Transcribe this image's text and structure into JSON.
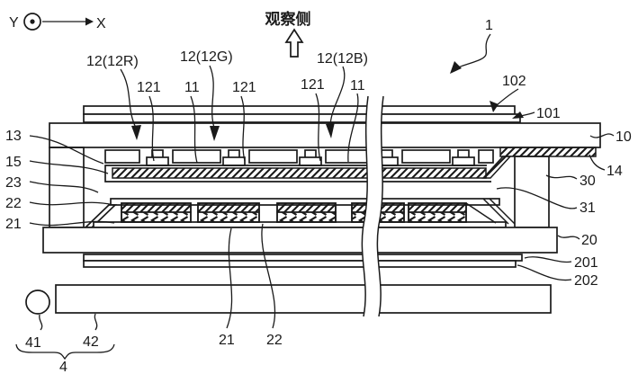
{
  "figure": {
    "axes": {
      "y": "Y",
      "x": "X"
    },
    "viewing_side_label": "观察侧",
    "figure_number": "1",
    "callouts": {
      "c12r": "12(12R)",
      "c12g": "12(12G)",
      "c12b": "12(12B)",
      "c121": "121",
      "c11": "11",
      "c13": "13",
      "c15": "15",
      "c23": "23",
      "c22": "22",
      "c21": "21",
      "c102": "102",
      "c101": "101",
      "c10": "10",
      "c14": "14",
      "c30": "30",
      "c31": "31",
      "c20": "20",
      "c201": "201",
      "c202": "202",
      "c41": "41",
      "c42": "42",
      "c4": "4"
    }
  },
  "colors": {
    "ink": "#1a1a1a",
    "paper": "#ffffff"
  }
}
